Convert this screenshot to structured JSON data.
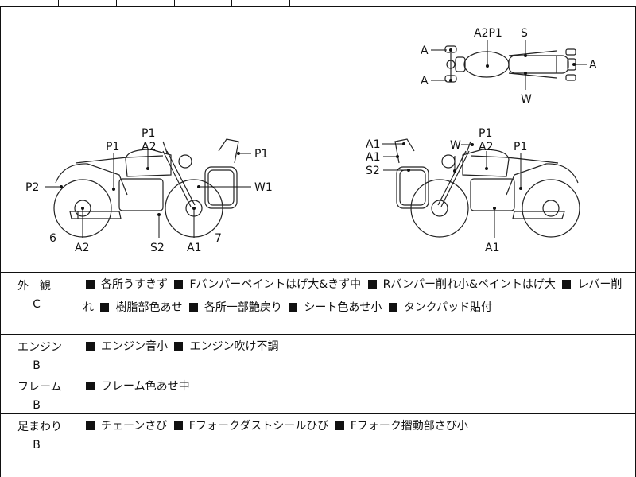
{
  "diagram": {
    "top": {
      "labels": [
        "A",
        "A",
        "A2P1",
        "S",
        "A",
        "W"
      ]
    },
    "left": {
      "labels": [
        "P1",
        "A2",
        "P1",
        "P1",
        "P2",
        "W1",
        "6",
        "A2",
        "S2",
        "A1",
        "7"
      ]
    },
    "right": {
      "labels": [
        "A1",
        "W",
        "P1",
        "A2",
        "P1",
        "A1",
        "S2",
        "A1"
      ]
    }
  },
  "sections": [
    {
      "name": "外　観",
      "grade": "C",
      "items": [
        "各所うすきず",
        "Fバンパーペイントはげ大&きず中",
        "Rバンパー削れ小&ペイントはげ大",
        "レバー削れ",
        "樹脂部色あせ",
        "各所一部艶戻り",
        "シート色あせ小",
        "タンクパッド貼付"
      ]
    },
    {
      "name": "エンジン",
      "grade": "B",
      "items": [
        "エンジン音小",
        "エンジン吹け不調"
      ]
    },
    {
      "name": "フレーム",
      "grade": "B",
      "items": [
        "フレーム色あせ中"
      ]
    },
    {
      "name": "足まわり",
      "grade": "B",
      "items": [
        "チェーンさび",
        "Fフォークダストシールひび",
        "Fフォーク摺動部さび小"
      ]
    }
  ]
}
